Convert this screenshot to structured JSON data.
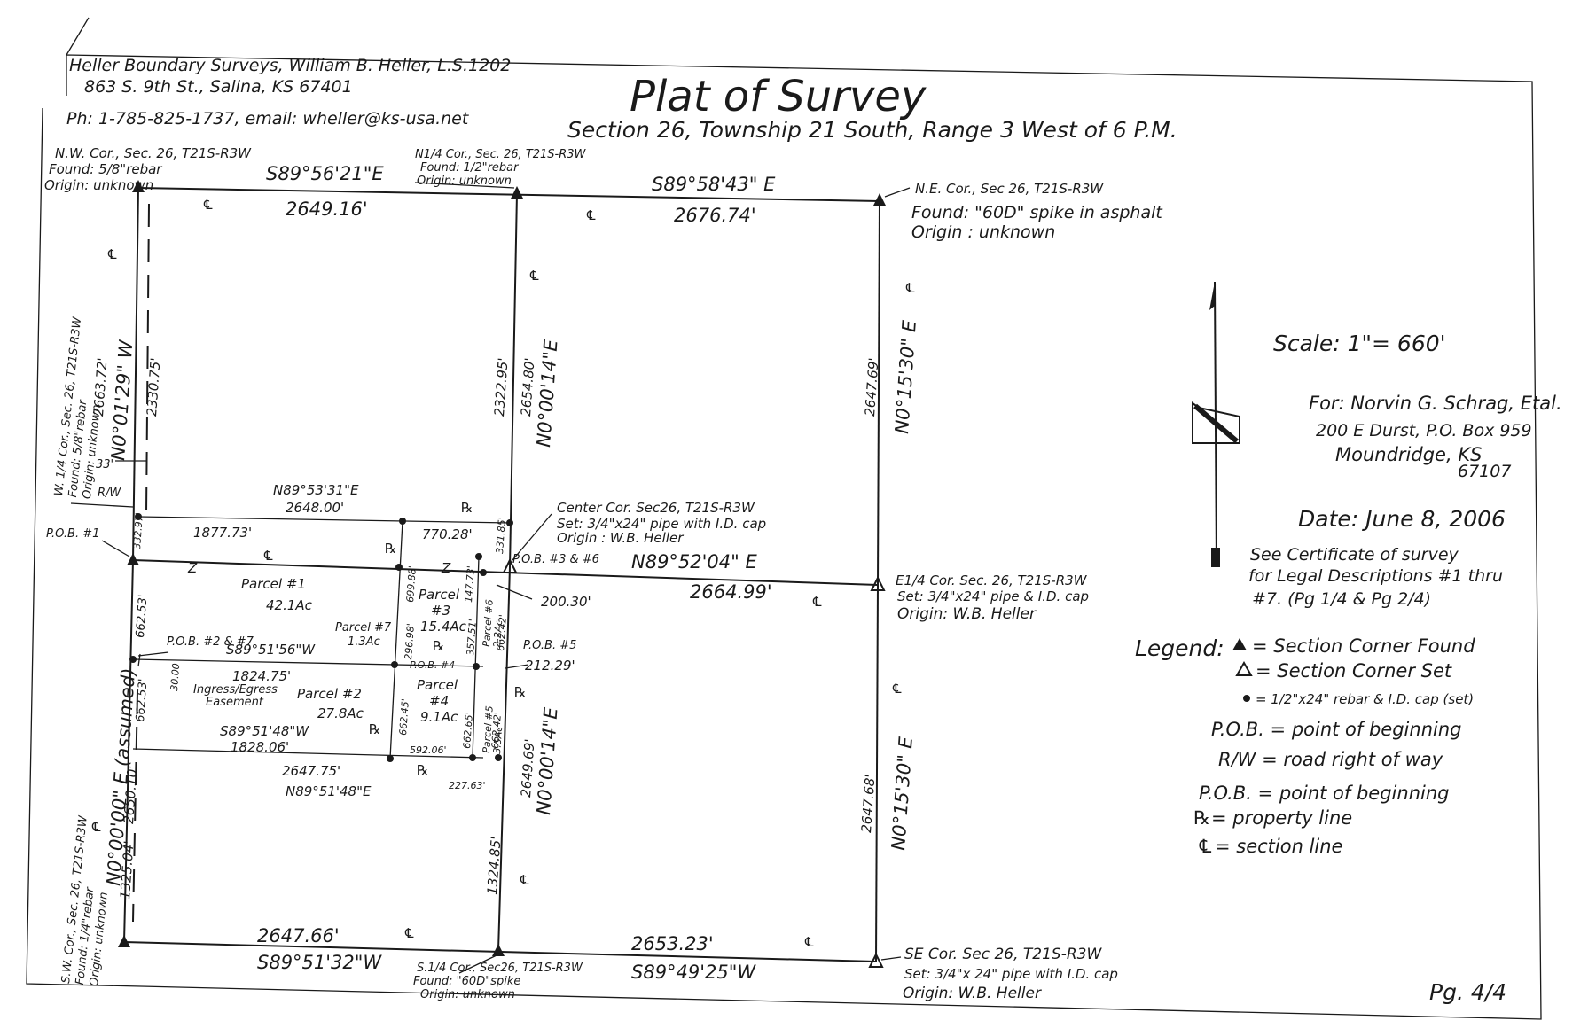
{
  "header": {
    "company": "Heller Boundary Surveys, William B. Heller, L.S.1202",
    "address": "863 S. 9th St., Salina, KS 67401",
    "contact": "Ph: 1-785-825-1737, email: wheller@ks-usa.net",
    "title": "Plat of Survey",
    "subtitle": "Section 26, Township 21 South, Range 3 West of 6 P.M."
  },
  "corners": {
    "nw": [
      "N.W. Cor., Sec. 26, T21S-R3W",
      "Found: 5/8\"rebar",
      "Origin: unknown"
    ],
    "n14": [
      "N1/4 Cor., Sec. 26, T21S-R3W",
      "Found: 1/2\"rebar",
      "Origin: unknown"
    ],
    "ne": [
      "N.E. Cor., Sec 26, T21S-R3W",
      "Found: \"60D\" spike in asphalt",
      "Origin : unknown"
    ],
    "w14": [
      "W. 1/4 Cor., Sec. 26, T21S-R3W",
      "Found: 5/8\"rebar",
      "Origin: unknown"
    ],
    "center": [
      "Center Cor. Sec26, T21S-R3W",
      "Set: 3/4\"x24\" pipe with I.D. cap",
      "Origin : W.B. Heller"
    ],
    "e14": [
      "E1/4 Cor. Sec. 26, T21S-R3W",
      "Set: 3/4\"x24\" pipe & I.D. cap",
      "Origin: W.B. Heller"
    ],
    "sw": [
      "S.W. Cor., Sec. 26, T21S-R3W",
      "Found: 1/4\"rebar",
      "Origin: unknown"
    ],
    "s14": [
      "S.1/4 Cor., Sec26, T21S-R3W",
      "Found: \"60D\"spike",
      "Origin: unknown"
    ],
    "se": [
      "SE Cor. Sec 26, T21S-R3W",
      "Set: 3/4\"x 24\" pipe with I.D. cap",
      "Origin: W.B. Heller"
    ]
  },
  "bearings": {
    "north_w": "S89°56'21\"E",
    "north_e": "S89°58'43\" E",
    "mid_e": "N89°52'04\" E",
    "parcel_top": "N89°53'31\"E",
    "parcel_7_line": "S89°51'56\"W",
    "parcel_2_line": "S89°51'48\"W",
    "parcel_2_bot": "N89°51'48\"E",
    "south_w": "S89°51'32\"W",
    "south_e": "S89°49'25\"W",
    "west_n": "N0°01'29\" W",
    "west_s": "N0°00'00\" E (assumed)",
    "mid_n": "N0°00'14\"E",
    "mid_s": "N0°00'14\"E",
    "east_n": "N0°15'30\" E",
    "east_s": "N0°15'30\" E"
  },
  "distances": {
    "north_w": "2649.16'",
    "north_e": "2676.74'",
    "mid_e": "2664.99'",
    "parcel_top": "2648.00'",
    "p_top_w": "1877.73'",
    "p_top_e": "770.28'",
    "p7_line": "1824.75'",
    "p2_line": "1828.06'",
    "p2_bot": "2647.75'",
    "p4_bot": "592.06'",
    "p5_bot": "227.63'",
    "pob5": "212.29'",
    "p6": "200.30'",
    "south_w": "2647.66'",
    "south_e": "2653.23'",
    "west_n_total": "2663.72'",
    "west_n_part": "2330.75'",
    "west_s_total": "2650.10'",
    "west_s_part": "1325.04'",
    "p1_w": "662.53'",
    "p2_w": "662.53'",
    "w_332": "332.97'",
    "mid_n_total": "2654.80'",
    "mid_n_part": "2322.95'",
    "mid_331": "331.85'",
    "mid_s_total": "2649.69'",
    "mid_s_part": "1324.85'",
    "east_n": "2647.69'",
    "east_s": "2647.68'",
    "p3_w": "699.88'",
    "p7_w": "296.98'",
    "p4_w": "662.45'",
    "p3_e": "357.51'",
    "p6_a": "147.73'",
    "p6_b": "662.42'",
    "p5_w": "662.65'",
    "p5_e": "662.42'",
    "rw_33": "33'",
    "ease_30": "30.00"
  },
  "parcels": {
    "p1": [
      "Parcel #1",
      "42.1Ac"
    ],
    "p2": [
      "Parcel #2",
      "27.8Ac"
    ],
    "p3": [
      "Parcel",
      "#3",
      "15.4Ac"
    ],
    "p4": [
      "Parcel",
      "#4",
      "9.1Ac"
    ],
    "p5": [
      "Parcel #5",
      "3.5Ac"
    ],
    "p6": [
      "Parcel #6",
      "2.2Ac"
    ],
    "p7": [
      "Parcel #7",
      "1.3Ac"
    ]
  },
  "pob": {
    "pob1": "P.O.B. #1",
    "pob27": "P.O.B. #2 & #7",
    "pob36": "P.O.B. #3 & #6",
    "pob4": "P.O.B. #4",
    "pob5": "P.O.B. #5",
    "rw": "R/W",
    "easement": [
      "Ingress/Egress",
      "Easement"
    ]
  },
  "symbols": {
    "section_line": "℄",
    "property_line": "℞",
    "z": "Z"
  },
  "info": {
    "scale": "Scale: 1\"= 660'",
    "client": [
      "For: Norvin G. Schrag, Etal.",
      "200 E Durst, P.O. Box 959",
      "Moundridge, KS",
      "67107"
    ],
    "date": "Date: June 8, 2006",
    "certificate": [
      "See Certificate of survey",
      "for Legal Descriptions #1 thru",
      "#7. (Pg 1/4 & Pg 2/4)"
    ]
  },
  "legend": {
    "title": "Legend:",
    "items": [
      "= Section Corner Found",
      "= Section Corner Set",
      "= 1/2\"x24\" rebar & I.D. cap (set)",
      "P.O.B. = point of beginning",
      "R/W = road right of way",
      "P.O.B. = point of beginning",
      "= property line",
      "= section line"
    ]
  },
  "page_number": "Pg. 4/4"
}
